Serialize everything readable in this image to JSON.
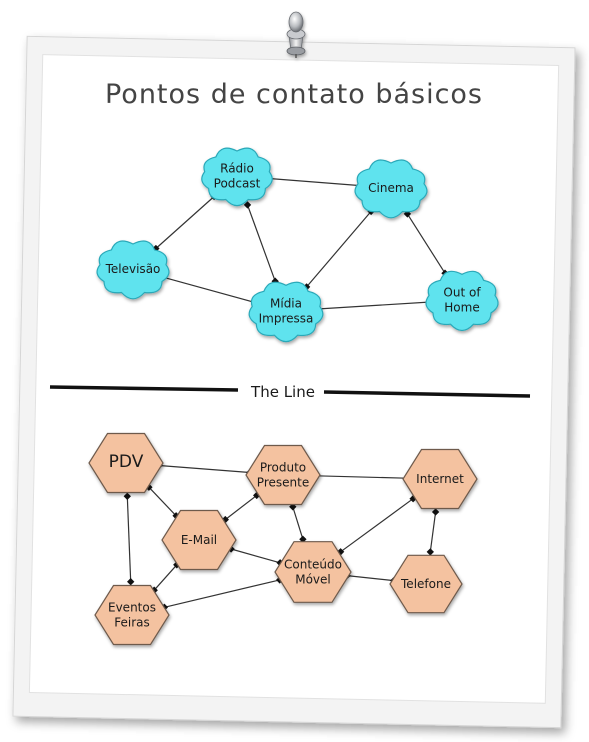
{
  "title": "Pontos de contato básicos",
  "divider_label": "The Line",
  "colors": {
    "cloud_fill": "#5fe3ee",
    "cloud_stroke": "#2aa8b8",
    "hex_fill": "#f4c2a0",
    "hex_stroke": "#6e5a4c",
    "edge": "#333333",
    "frame": "#f4f4f4"
  },
  "icons": {
    "pin": "push-pin-icon"
  },
  "upper_nodes": [
    {
      "id": "radio",
      "lines": [
        "Rádio",
        "Podcast"
      ]
    },
    {
      "id": "cinema",
      "lines": [
        "Cinema"
      ]
    },
    {
      "id": "televisao",
      "lines": [
        "Televisão"
      ]
    },
    {
      "id": "midia",
      "lines": [
        "Mídia",
        "Impressa"
      ]
    },
    {
      "id": "outofhome",
      "lines": [
        "Out of",
        "Home"
      ]
    }
  ],
  "lower_nodes": [
    {
      "id": "pdv",
      "lines": [
        "PDV"
      ]
    },
    {
      "id": "produto",
      "lines": [
        "Produto",
        "Presente"
      ]
    },
    {
      "id": "internet",
      "lines": [
        "Internet"
      ]
    },
    {
      "id": "email",
      "lines": [
        "E-Mail"
      ]
    },
    {
      "id": "conteudo",
      "lines": [
        "Conteúdo",
        "Móvel"
      ]
    },
    {
      "id": "telefone",
      "lines": [
        "Telefone"
      ]
    },
    {
      "id": "eventos",
      "lines": [
        "Eventos",
        "Feiras"
      ]
    }
  ],
  "upper_edges": [
    [
      "radio",
      "cinema"
    ],
    [
      "radio",
      "televisao"
    ],
    [
      "radio",
      "midia"
    ],
    [
      "televisao",
      "midia"
    ],
    [
      "cinema",
      "midia"
    ],
    [
      "cinema",
      "outofhome"
    ],
    [
      "midia",
      "outofhome"
    ]
  ],
  "lower_edges": [
    [
      "pdv",
      "produto"
    ],
    [
      "pdv",
      "email"
    ],
    [
      "pdv",
      "eventos"
    ],
    [
      "produto",
      "internet"
    ],
    [
      "produto",
      "email"
    ],
    [
      "produto",
      "conteudo"
    ],
    [
      "internet",
      "conteudo"
    ],
    [
      "internet",
      "telefone"
    ],
    [
      "email",
      "conteudo"
    ],
    [
      "email",
      "eventos"
    ],
    [
      "conteudo",
      "telefone"
    ],
    [
      "conteudo",
      "eventos"
    ]
  ]
}
